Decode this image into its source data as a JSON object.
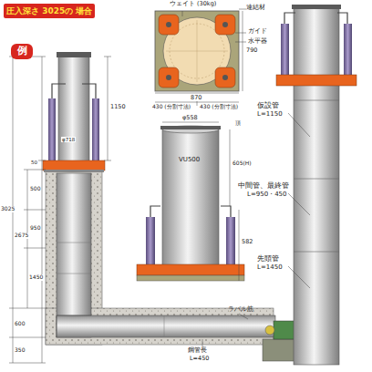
{
  "diagram": {
    "nodes": [
      {
        "text": [
          "圧入深さ 3025の 場合"
        ]
      },
      {
        "text": [
          "例"
        ]
      }
    ],
    "labels": [
      "ウェイト (30kg)",
      "連結材",
      "ガイド",
      "水平器",
      "790",
      "870",
      "430 (分割寸法)",
      "430 (分割寸法)",
      "φ558",
      "VU500",
      "605(H)",
      "582",
      "頂",
      "仮設管",
      "L=1150",
      "中間管、最終管",
      "L=950・450",
      "先頭管",
      "L=1450",
      "1150",
      "φ718",
      "50",
      "500",
      "950",
      "1450",
      "2675",
      "3025",
      "600",
      "350",
      "鋼管長",
      "L=450",
      "ラバル筋"
    ]
  }
}
